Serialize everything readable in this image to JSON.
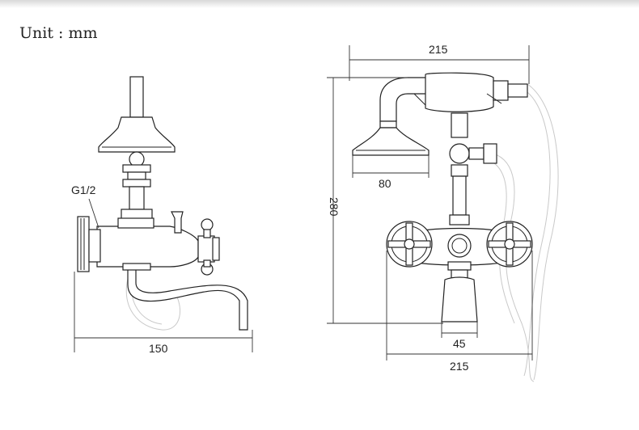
{
  "unit_label": "Unit : mm",
  "side_view": {
    "thread_label": "G1/2",
    "width_label": "150"
  },
  "front_view": {
    "total_width_top": "215",
    "height_label": "280",
    "head_width_label": "80",
    "spout_width_label": "45",
    "total_width_bottom": "215"
  },
  "colors": {
    "line": "#222222",
    "hose": "#c9c9c9",
    "bg": "#ffffff"
  }
}
